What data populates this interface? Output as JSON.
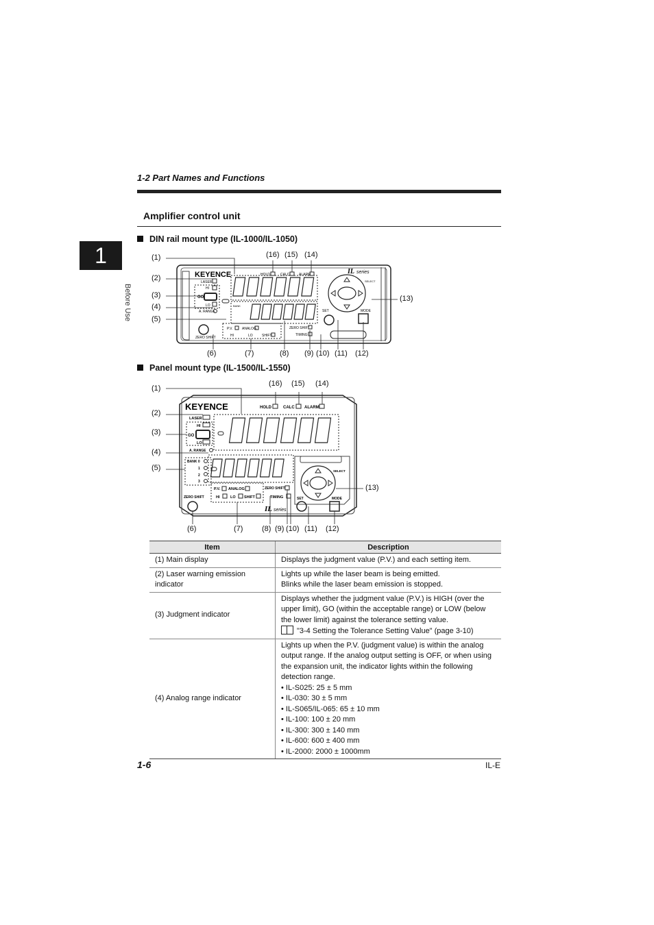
{
  "header": {
    "section": "1-2  Part Names and Functions"
  },
  "chapter": {
    "number": "1",
    "label": "Before Use"
  },
  "title": "Amplifier control unit",
  "din": {
    "heading": "DIN rail mount type (IL-1000/IL-1050)",
    "brand": "KEYENCE",
    "series": "series",
    "series_mark": "IL",
    "panel_labels": {
      "hold": "HOLD",
      "calc": "CALC",
      "alarm": "ALARM",
      "laser": "LASER",
      "hi": "HI",
      "go": "GO",
      "lo": "LO",
      "arange": "A. RANGE",
      "bank": "BANK",
      "set": "SET",
      "mode": "MODE",
      "select": "SELECT",
      "zero_shift": "ZERO SHIFT",
      "timing": "TIMING",
      "pv": "P.V.",
      "analog": "ANALOG",
      "shift": "SHIFT",
      "zero_shift_btn": "ZERO SHIFT"
    },
    "callouts": {
      "c1": "(1)",
      "c2": "(2)",
      "c3": "(3)",
      "c4": "(4)",
      "c5": "(5)",
      "c16": "(16)",
      "c15": "(15)",
      "c14": "(14)",
      "c13": "(13)",
      "c6": "(6)",
      "c7": "(7)",
      "c8": "(8)",
      "c9": "(9)",
      "c10": "(10)",
      "c11": "(11)",
      "c12": "(12)"
    }
  },
  "panel": {
    "heading": "Panel mount type (IL-1500/IL-1550)",
    "brand": "KEYENCE",
    "series": "series",
    "series_mark": "IL",
    "panel_labels": {
      "hold": "HOLD",
      "calc": "CALC",
      "alarm": "ALARM",
      "laser": "LASER",
      "hi": "HI",
      "go": "GO",
      "lo": "LO",
      "arange": "A. RANGE",
      "bank0": "BANK 0",
      "bank1": "1",
      "bank2": "2",
      "bank3": "3",
      "set": "SET",
      "mode": "MODE",
      "select": "SELECT",
      "zero_shift": "ZERO SHIFT",
      "timing": "TIMING",
      "pv": "P.V.",
      "analog": "ANALOG",
      "hi2": "HI",
      "lo2": "LO",
      "shift": "SHIFT",
      "zero_shift_btn": "ZERO SHIFT"
    },
    "callouts": {
      "c1": "(1)",
      "c2": "(2)",
      "c3": "(3)",
      "c4": "(4)",
      "c5": "(5)",
      "c16": "(16)",
      "c15": "(15)",
      "c14": "(14)",
      "c13": "(13)",
      "c6": "(6)",
      "c7": "(7)",
      "c8": "(8)",
      "c9": "(9)",
      "c10": "(10)",
      "c11": "(11)",
      "c12": "(12)"
    }
  },
  "table": {
    "headers": [
      "Item",
      "Description"
    ],
    "rows": [
      {
        "item": "(1) Main display",
        "desc": [
          "Displays the judgment value (P.V.) and each setting item."
        ]
      },
      {
        "item": "(2) Laser warning emission indicator",
        "desc": [
          "Lights up while the laser beam is being emitted.",
          "Blinks while the laser beam emission is stopped."
        ]
      },
      {
        "item": "(3) Judgment indicator",
        "desc": [
          "Displays whether the judgment value (P.V.) is HIGH (over the upper limit), GO (within the acceptable range) or LOW (below the lower limit) against the tolerance setting value."
        ],
        "ref": "\"3-4 Setting the Tolerance Setting Value\" (page 3-10)"
      },
      {
        "item": "(4) Analog range indicator",
        "desc": [
          "Lights up when the P.V. (judgment value) is within the analog output range. If the analog output setting is OFF, or when using the expansion unit, the indicator lights within the following detection range."
        ],
        "bullets": [
          "IL-S025: 25 ± 5 mm",
          "IL-030: 30 ± 5 mm",
          "IL-S065/IL-065: 65 ± 10 mm",
          "IL-100: 100 ± 20 mm",
          "IL-300: 300 ± 140 mm",
          "IL-600: 600 ± 400 mm",
          "IL-2000: 2000 ± 1000mm"
        ]
      }
    ]
  },
  "footer": {
    "page": "1-6",
    "code": "IL-E"
  }
}
